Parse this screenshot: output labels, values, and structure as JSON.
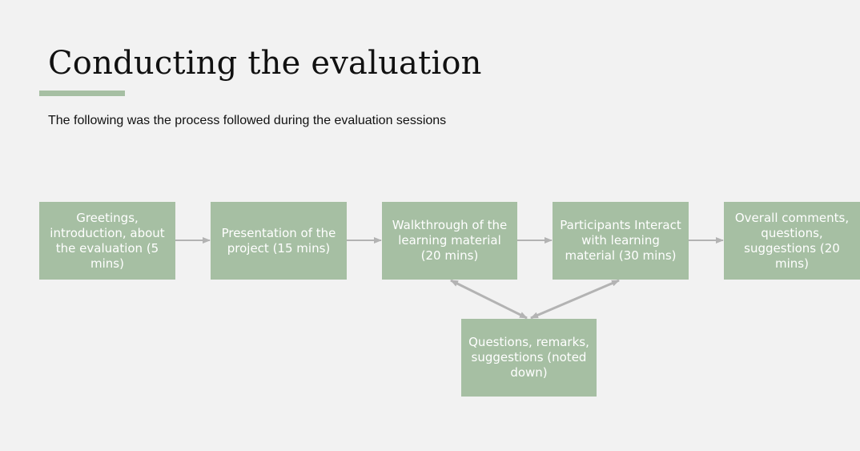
{
  "slide": {
    "title": "Conducting the evaluation",
    "subtitle": "The following was the process followed during the evaluation sessions"
  },
  "colors": {
    "accent": "#a6bfa3",
    "box_text": "#ffffff",
    "connector": "#b3b3b3",
    "background": "#f2f2f2"
  },
  "diagram": {
    "steps": [
      {
        "id": "greetings",
        "label": "Greetings, introduction, about the evaluation (5 mins)"
      },
      {
        "id": "presentation",
        "label": "Presentation of the project (15 mins)"
      },
      {
        "id": "walkthrough",
        "label": "Walkthrough of the learning material (20 mins)"
      },
      {
        "id": "interaction",
        "label": "Participants Interact with learning material (30 mins)"
      },
      {
        "id": "overall",
        "label": "Overall comments, questions, suggestions (20 mins)"
      }
    ],
    "feedback": {
      "id": "questions",
      "label": "Questions, remarks, suggestions (noted down)"
    },
    "edges": [
      {
        "from": "greetings",
        "to": "presentation"
      },
      {
        "from": "presentation",
        "to": "walkthrough"
      },
      {
        "from": "walkthrough",
        "to": "interaction"
      },
      {
        "from": "interaction",
        "to": "overall"
      },
      {
        "from": "walkthrough",
        "to": "questions",
        "bidirectional": true
      },
      {
        "from": "interaction",
        "to": "questions",
        "bidirectional": true
      }
    ]
  }
}
